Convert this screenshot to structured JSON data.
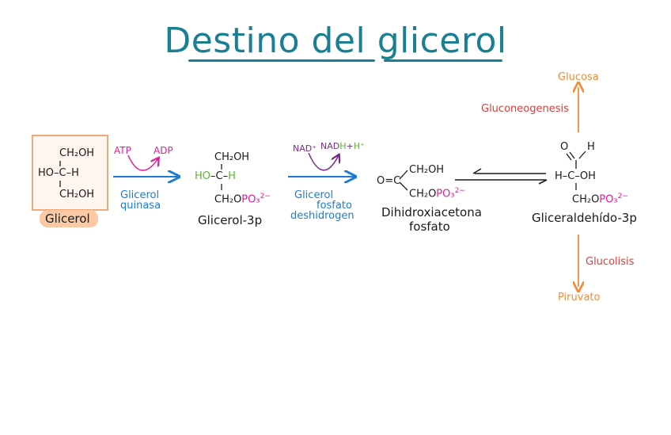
{
  "title": "Destino del glicerol",
  "glicerol": {
    "top": "CH₂OH",
    "middle_left": "HO–C–H",
    "bottom": "CH₂OH",
    "name": "Glicerol"
  },
  "step1": {
    "cofactor_in": "ATP",
    "cofactor_out": "ADP",
    "enzyme_line1": "Glicerol",
    "enzyme_line2": "quinasa"
  },
  "glicerol3p": {
    "top": "CH₂OH",
    "middle_ho": "HO",
    "middle_c": "–C–",
    "middle_h": "H",
    "bottom_ch2o": "CH₂O",
    "bottom_po3": "PO₃",
    "charge": "2−",
    "name": "Glicerol-3p"
  },
  "step2": {
    "cofactor_in": "NAD⁺",
    "cofactor_out_nad": "NAD",
    "cofactor_out_h": "H",
    "cofactor_plus": "+",
    "cofactor_hplus": "H⁺",
    "enzyme_line1": "Glicerol",
    "enzyme_line2": "fosfato",
    "enzyme_line3": "deshidrogen"
  },
  "dhap": {
    "o_eq_c": "O=C",
    "top": "CH₂OH",
    "bottom_ch2o": "CH₂O",
    "bottom_po3": "PO₃",
    "charge": "2−",
    "name_line1": "Dihidroxiacetona",
    "name_line2": "fosfato"
  },
  "g3p": {
    "top_o": "O",
    "top_h": "H",
    "middle": "H–C–OH",
    "bottom_ch2o": "CH₂O",
    "bottom_po3": "PO₃",
    "charge": "2−",
    "name": "Gliceraldehído-3p"
  },
  "up_branch": {
    "label": "Gluconeogenesis",
    "product": "Glucosa"
  },
  "down_branch": {
    "label": "Glucolisis",
    "product": "Piruvato"
  },
  "colors": {
    "title": "#1a7f93",
    "enzyme": "#1c7bd4",
    "phosphate": "#e6199a",
    "hydrogen": "#57b82b",
    "nad": "#7a2a8a",
    "branch_arrow": "#f08a3a",
    "branch_label": "#e23a3a",
    "highlight_box": "#f0a878"
  }
}
